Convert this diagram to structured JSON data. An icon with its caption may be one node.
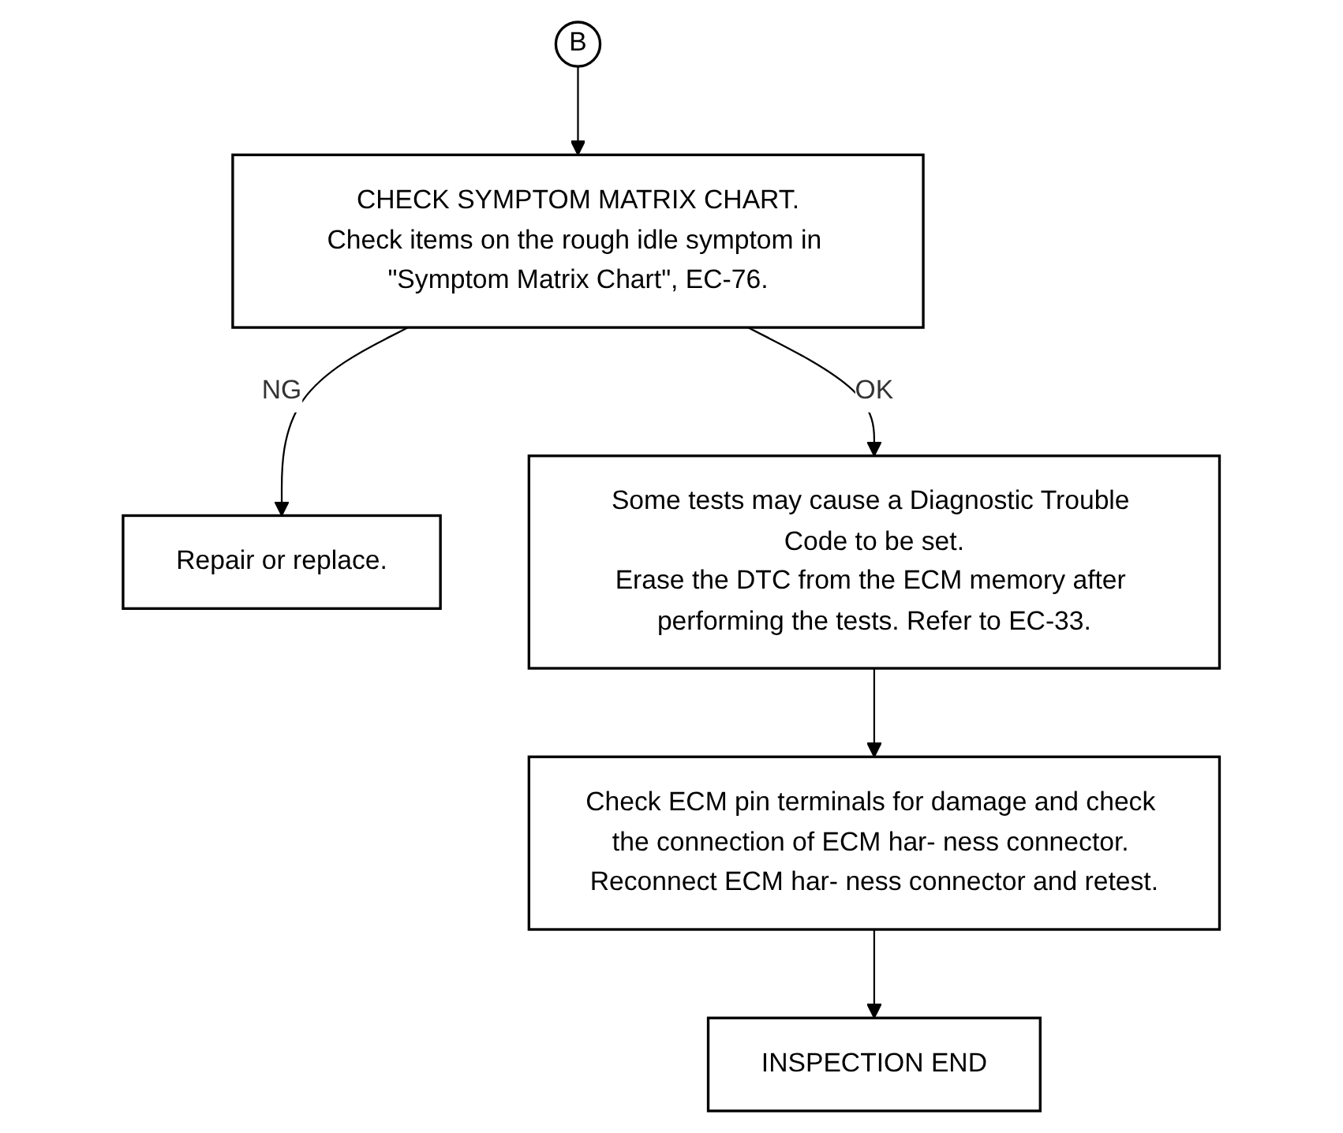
{
  "diagram": {
    "nodes": [
      {
        "text": [
          "B"
        ]
      },
      {
        "text": [
          "CHECK SYMPTOM MATRIX CHART.",
          "Check items on the rough idle symptom in \"Symptom Matrix Chart\", EC-76."
        ]
      },
      {
        "text": [
          "Repair or replace."
        ]
      },
      {
        "text": [
          "Some tests may cause a Diagnostic Trouble Code to be set.",
          "Erase the DTC from the ECM memory after performing the tests. Refer to EC-33."
        ]
      },
      {
        "text": [
          "Check ECM pin terminals for damage and check the connection of ECM har- ness connector. Reconnect ECM har- ness connector and retest."
        ]
      },
      {
        "text": [
          "INSPECTION END"
        ]
      }
    ],
    "edges": [
      {
        "from": 0,
        "to": 1,
        "arrow": "to"
      },
      {
        "from": 1,
        "to": 2,
        "label": "NG",
        "arrow": "to"
      },
      {
        "from": 1,
        "to": 3,
        "label": "OK",
        "arrow": "to"
      },
      {
        "from": 3,
        "to": 4,
        "arrow": "to"
      },
      {
        "from": 4,
        "to": 5,
        "arrow": "to"
      }
    ]
  }
}
